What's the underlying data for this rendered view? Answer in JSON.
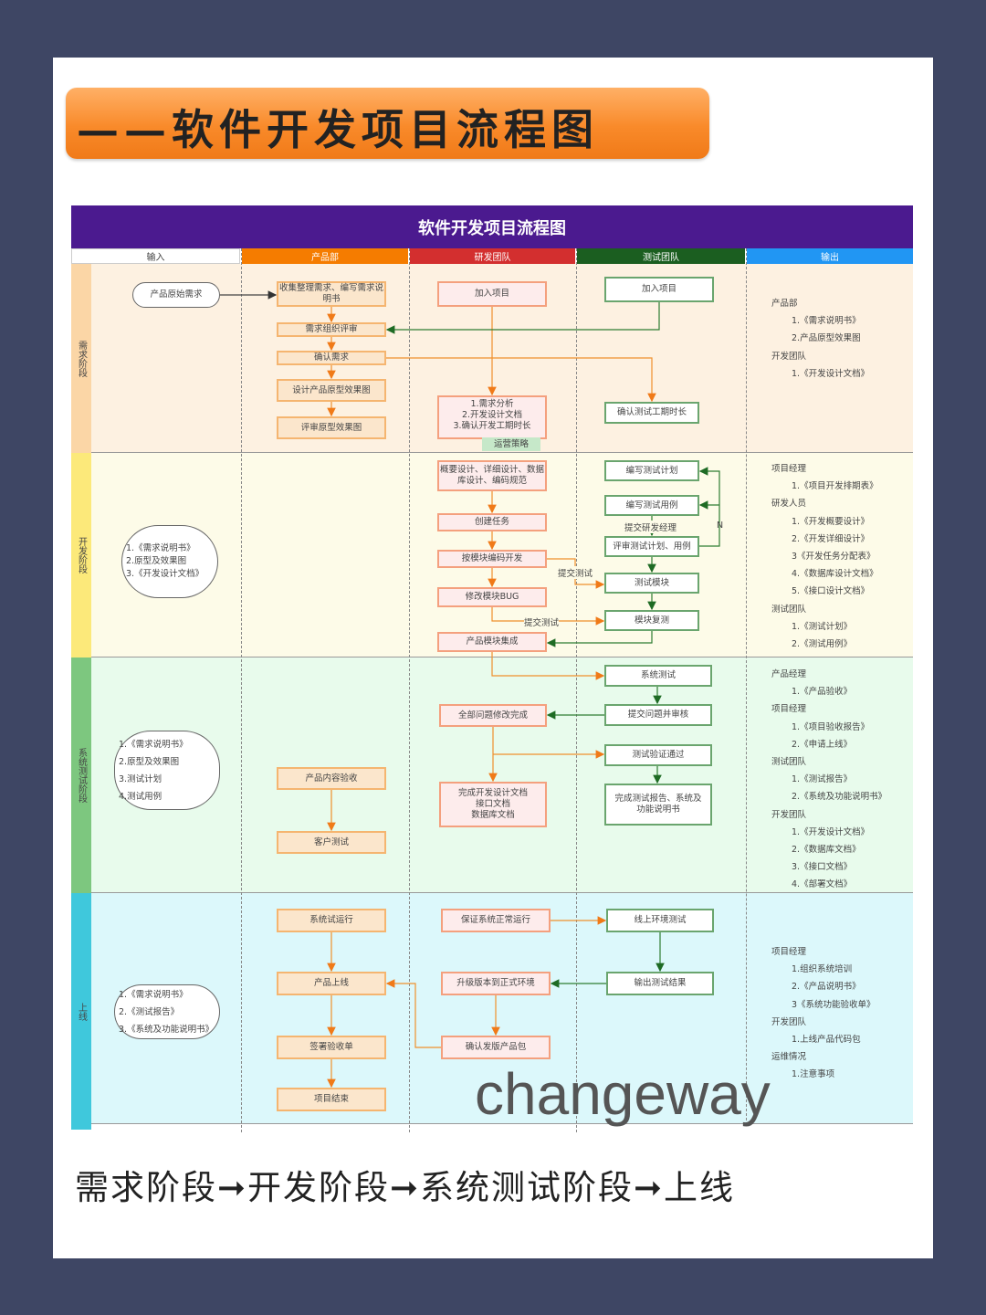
{
  "banner_title": "——软件开发项目流程图",
  "diagram_title": "软件开发项目流程图",
  "columns": [
    "输入",
    "产品部",
    "研发团队",
    "测试团队",
    "输出"
  ],
  "column_colors": [
    "#ffffff",
    "#f57c00",
    "#d32f2f",
    "#1b5e20",
    "#2196f3"
  ],
  "phases": [
    "需求阶段",
    "开发阶段",
    "系统测试阶段",
    "上线"
  ],
  "req": {
    "input": "产品原始需求",
    "p1": "收集整理需求、编写需求说明书",
    "p2": "需求组织评审",
    "p3": "确认需求",
    "p4": "设计产品原型效果图",
    "p5": "评审原型效果图",
    "d1": "加入项目",
    "d2": "1.需求分析\n2.开发设计文档\n3.确认开发工期时长",
    "tag": "运营策略",
    "t1": "加入项目",
    "t2": "确认测试工期时长",
    "output": [
      "产品部",
      "1.《需求说明书》",
      "2.产品原型效果图",
      "开发团队",
      "1.《开发设计文档》"
    ]
  },
  "dev": {
    "input": "1.《需求说明书》\n2.原型及效果图\n3.《开发设计文档》",
    "d1": "概要设计、详细设计、数据库设计、编码规范",
    "d2": "创建任务",
    "d3": "按模块编码开发",
    "d4": "修改模块BUG",
    "d5": "产品模块集成",
    "t1": "编写测试计划",
    "t2": "编写测试用例",
    "t3": "评审测试计划、用例",
    "t4": "测试模块",
    "t5": "模块复测",
    "l_submit_mgr": "提交研发经理",
    "l_n": "N",
    "l_submit1": "提交测试",
    "l_submit2": "提交测试",
    "output": [
      "项目经理",
      "1.《项目开发排期表》",
      "研发人员",
      "1.《开发概要设计》",
      "2.《开发详细设计》",
      "3《开发任务分配表》",
      "4.《数据库设计文档》",
      "5.《接口设计文档》",
      "测试团队",
      "1.《测试计划》",
      "2.《测试用例》"
    ]
  },
  "sys": {
    "input": "1.《需求说明书》\n2.原型及效果图\n3.测试计划\n4.测试用例",
    "p1": "产品内容验收",
    "p2": "客户测试",
    "d1": "全部问题修改完成",
    "d2": "完成开发设计文档\n接口文档\n数据库文档",
    "t1": "系统测试",
    "t2": "提交问题并审核",
    "t3": "测试验证通过",
    "t4": "完成测试报告、系统及功能说明书",
    "output": [
      "产品经理",
      "1.《产品验收》",
      "项目经理",
      "1.《项目验收报告》",
      "2.《申请上线》",
      "测试团队",
      "1.《测试报告》",
      "2.《系统及功能说明书》",
      "开发团队",
      "1.《开发设计文档》",
      "2.《数据库文档》",
      "3.《接口文档》",
      "4.《部署文档》"
    ]
  },
  "live": {
    "input": "1.《需求说明书》\n2.《测试报告》\n3.《系统及功能说明书》",
    "p1": "系统试运行",
    "p2": "产品上线",
    "p3": "签署验收单",
    "p4": "项目结束",
    "d1": "保证系统正常运行",
    "d2": "升级版本到正式环境",
    "d3": "确认发版产品包",
    "t1": "线上环境测试",
    "t2": "输出测试结果",
    "output": [
      "项目经理",
      "1.组织系统培训",
      "2.《产品说明书》",
      "3《系统功能验收单》",
      "开发团队",
      "1.上线产品代码包",
      "运维情况",
      "1.注意事项"
    ]
  },
  "watermark": "changeway",
  "footer": "需求阶段➞开发阶段➞系统测试阶段➞上线"
}
